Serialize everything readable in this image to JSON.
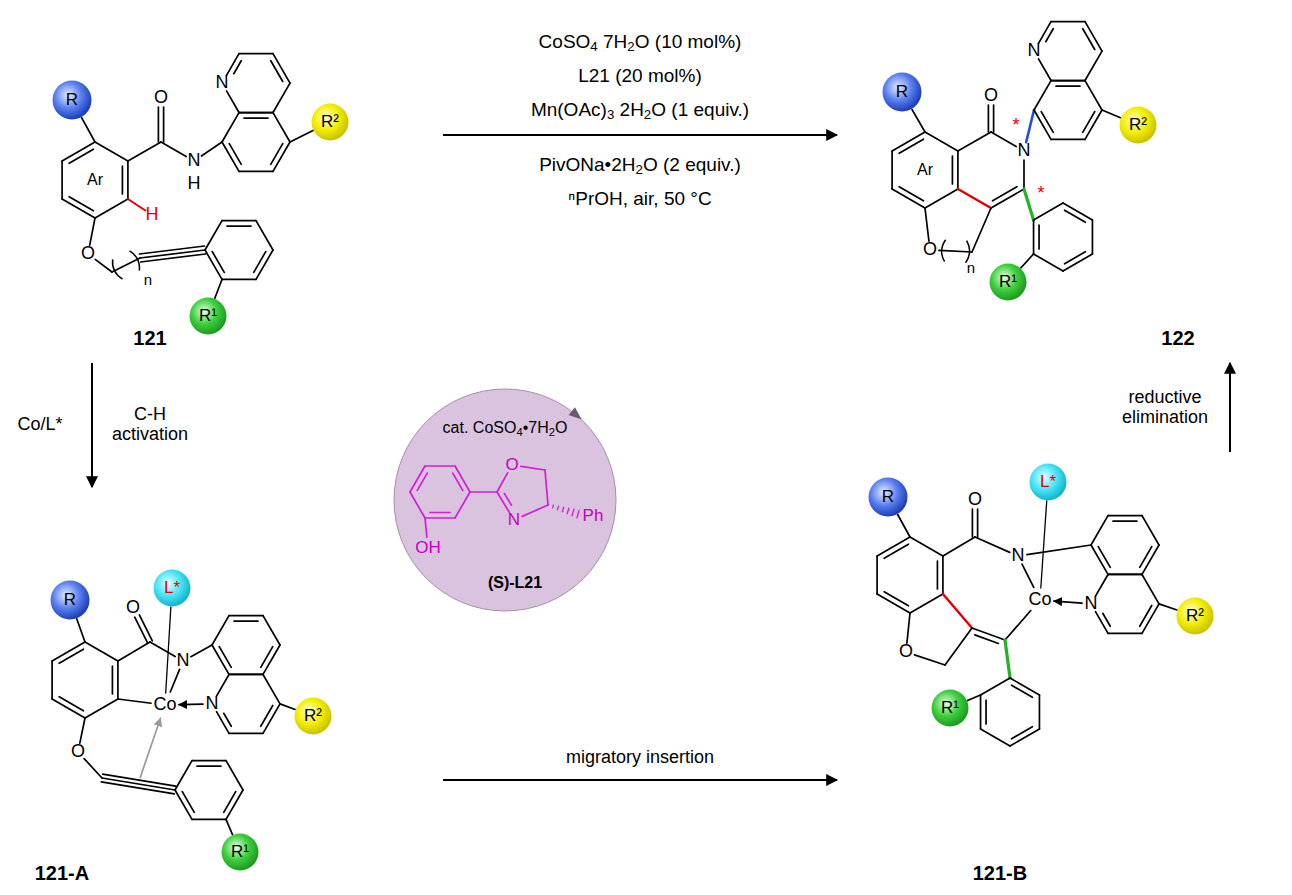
{
  "diagram": {
    "nodes": [
      {
        "text": [
          "121"
        ]
      },
      {
        "text": [
          "R"
        ],
        "in": 0
      },
      {
        "text": [
          "R²"
        ],
        "in": 0
      },
      {
        "text": [
          "R¹"
        ],
        "in": 0
      },
      {
        "text": [
          "122"
        ]
      },
      {
        "text": [
          "R"
        ],
        "in": 4
      },
      {
        "text": [
          "R²"
        ],
        "in": 4
      },
      {
        "text": [
          "R¹"
        ],
        "in": 4
      },
      {
        "text": [
          "cat. CoSO4•7H2O",
          "O",
          "N",
          "Ph",
          "OH",
          "(S)-L21"
        ]
      },
      {
        "text": [
          "121-A"
        ]
      },
      {
        "text": [
          "R"
        ],
        "in": 9
      },
      {
        "text": [
          "L*"
        ],
        "in": 9
      },
      {
        "text": [
          "R²"
        ],
        "in": 9
      },
      {
        "text": [
          "R¹"
        ],
        "in": 9
      },
      {
        "text": [
          "121-B"
        ]
      },
      {
        "text": [
          "R"
        ],
        "in": 14
      },
      {
        "text": [
          "L*"
        ],
        "in": 14
      },
      {
        "text": [
          "R²"
        ],
        "in": 14
      },
      {
        "text": [
          "R¹"
        ],
        "in": 14
      }
    ],
    "edges": [
      {
        "from": 0,
        "to": 4,
        "arrow": "to"
      },
      {
        "from": 0,
        "to": 9,
        "arrow": "to",
        "label": "C-H activation"
      },
      {
        "from": 9,
        "to": 14,
        "arrow": "to",
        "label": "migratory insertion"
      },
      {
        "from": 14,
        "to": 4,
        "arrow": "to",
        "label": "reductive elimination"
      }
    ],
    "labels": [
      "CoSO4 7H2O (10 mol%)",
      "L21 (20 mol%)",
      "Mn(OAc)3 2H2O (1 equiv.)",
      "PivONa•2H2O (2 equiv.)",
      "ⁿPrOH, air, 50 °C",
      "O",
      "N",
      "H",
      "N",
      "Ar",
      "H",
      "O",
      "n",
      "O",
      "N",
      "N",
      "Ar",
      "O",
      "n",
      "*",
      "*",
      "O",
      "N",
      "Co",
      "N",
      "O",
      "O",
      "N",
      "Co",
      "N",
      "O",
      "Co/L*"
    ]
  }
}
